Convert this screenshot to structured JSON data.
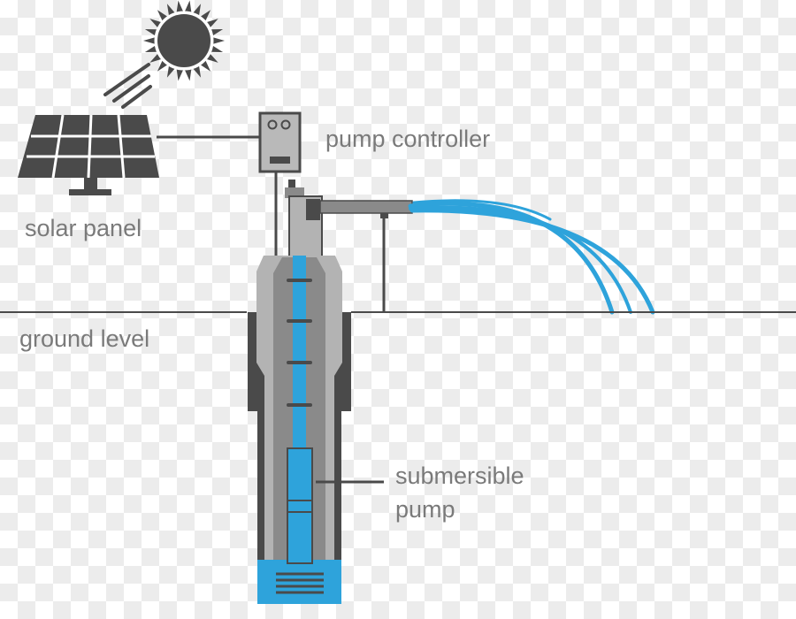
{
  "labels": {
    "pump_controller": "pump controller",
    "solar_panel": "solar panel",
    "ground_level": "ground level",
    "submersible_pump_line1": "submersible",
    "submersible_pump_line2": "pump"
  },
  "colors": {
    "dark": "#4a4a4a",
    "mid_gray": "#8a8a8a",
    "light_gray": "#b3b3b3",
    "water_blue": "#2ea3db",
    "label_gray": "#7a7a7a"
  }
}
